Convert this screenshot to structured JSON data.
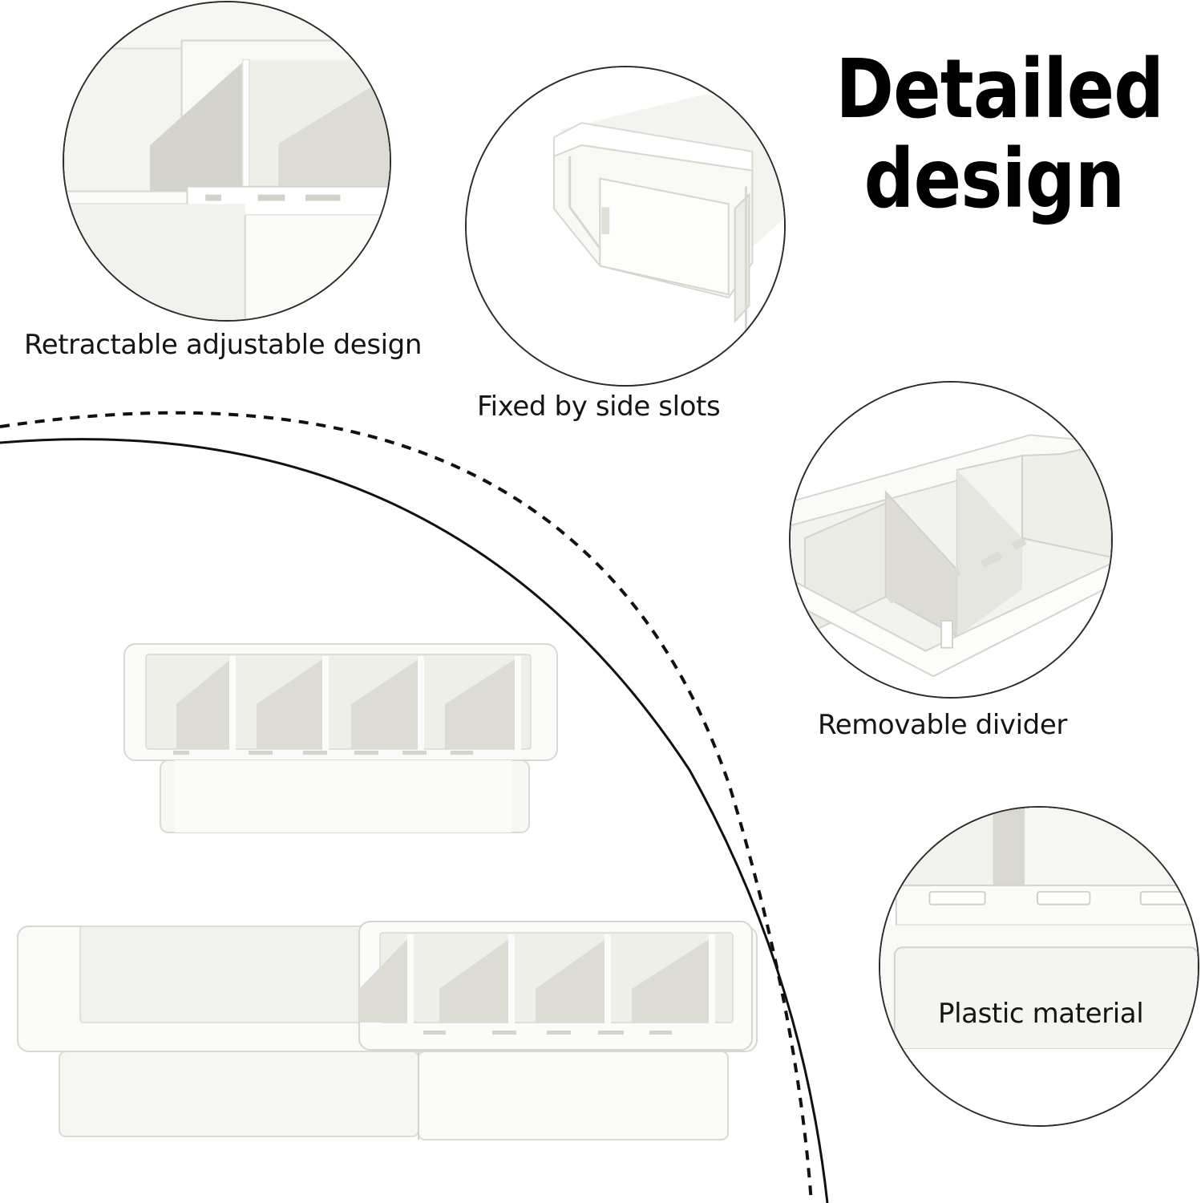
{
  "headline": {
    "line1": "Detailed",
    "line2": "design"
  },
  "features": [
    {
      "label": "Retractable adjustable design",
      "icon": "expandable-tray-closeup-icon"
    },
    {
      "label": "Fixed by side slots",
      "icon": "side-slot-closeup-icon"
    },
    {
      "label": "Removable divider",
      "icon": "divider-closeup-icon"
    },
    {
      "label": "Plastic material",
      "icon": "plastic-surface-closeup-icon"
    }
  ],
  "colors": {
    "background": "#ffffff",
    "headline": "#000000",
    "caption": "#151515",
    "plastic_light": "#f5f5f2",
    "plastic_mid": "#e2e2dc",
    "plastic_shadow": "#c9c9c2",
    "line": "#111111"
  }
}
